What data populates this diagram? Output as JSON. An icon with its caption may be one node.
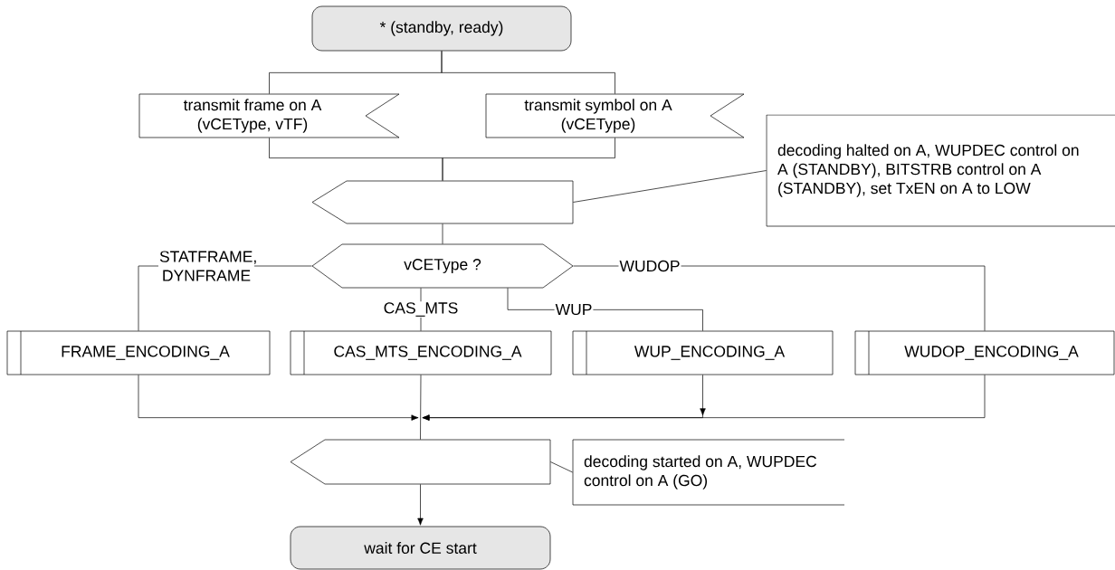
{
  "diagram": {
    "nodes": [
      {
        "text": [
          "* (standby, ready)"
        ]
      },
      {
        "text": [
          "transmit frame on A (vCEType, vTF)"
        ]
      },
      {
        "text": [
          "transmit symbol on A (vCEType)"
        ]
      },
      {
        "text": [],
        "shape": "pentagon"
      },
      {
        "text": [
          "decoding halted on A, WUPDEC control on A (STANDBY), BITSTRB control on A (STANDBY), set TxEN on A to LOW"
        ]
      },
      {
        "text": [
          "vCEType ?"
        ]
      },
      {
        "text": [
          "FRAME_ENCODING_A"
        ]
      },
      {
        "text": [
          "CAS_MTS_ENCODING_A"
        ]
      },
      {
        "text": [
          "WUP_ENCODING_A"
        ]
      },
      {
        "text": [
          "WUDOP_ENCODING_A"
        ]
      },
      {
        "text": [],
        "shape": "pentagon"
      },
      {
        "text": [
          "decoding started on A, WUPDEC control on A (GO)"
        ]
      },
      {
        "text": [
          "wait for CE start"
        ]
      }
    ],
    "edges": [
      {
        "from": 0,
        "to": 1,
        "arrow": "none"
      },
      {
        "from": 0,
        "to": 2,
        "arrow": "none"
      },
      {
        "from": 1,
        "to": 3,
        "arrow": "none"
      },
      {
        "from": 2,
        "to": 3,
        "arrow": "none"
      },
      {
        "from": 3,
        "to": 4,
        "arrow": "none"
      },
      {
        "from": 3,
        "to": 5,
        "arrow": "none"
      },
      {
        "from": 5,
        "to": 6,
        "arrow": "none",
        "label": "STATFRAME, DYNFRAME"
      },
      {
        "from": 5,
        "to": 7,
        "arrow": "none",
        "label": "CAS_MTS"
      },
      {
        "from": 5,
        "to": 8,
        "arrow": "none",
        "label": "WUP"
      },
      {
        "from": 5,
        "to": 9,
        "arrow": "none",
        "label": "WUDOP"
      },
      {
        "from": 6,
        "to": 10,
        "arrow": "to"
      },
      {
        "from": 7,
        "to": 10,
        "arrow": "none"
      },
      {
        "from": 8,
        "to": 10,
        "arrow": "to"
      },
      {
        "from": 9,
        "to": 10,
        "arrow": "to"
      },
      {
        "from": 10,
        "to": 11,
        "arrow": "none"
      },
      {
        "from": 10,
        "to": 12,
        "arrow": "to"
      }
    ]
  }
}
